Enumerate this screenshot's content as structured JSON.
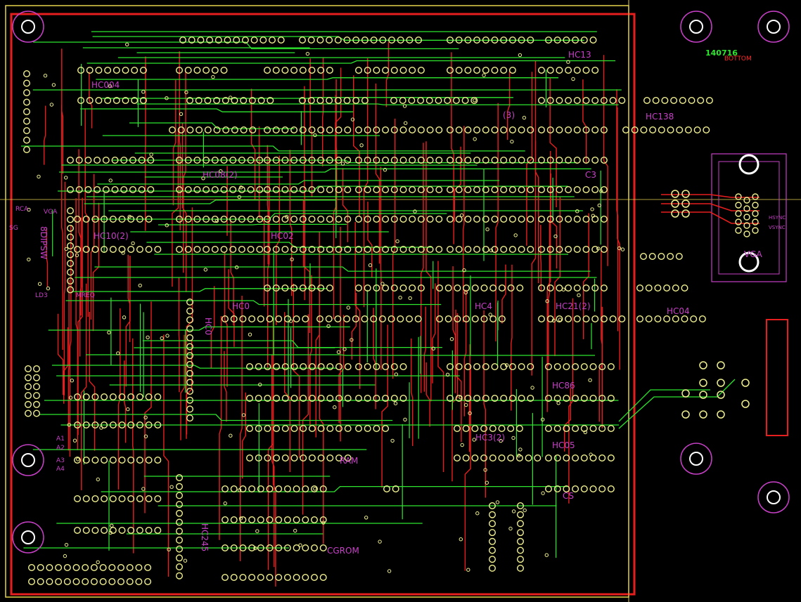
{
  "board": {
    "date_code": "140716",
    "subtitle": "BOTTOM",
    "colors": {
      "background": "#000000",
      "top_trace": "#2ee62e",
      "bottom_trace": "#e61e1e",
      "pad": "#f0f090",
      "silkscreen": "#c640c6",
      "outline": "#e6d24a"
    }
  },
  "labels": {
    "hc04_top": "HC004",
    "hc138": "HC138",
    "hc13": "HC13",
    "u3": "(3)",
    "c3": "C3",
    "hc08_2": "HC08(2)",
    "hc10_2": "HC10(2)",
    "hc02": "HC02",
    "hc04_right": "HC04",
    "hc_b": "HC0",
    "hc21": "HC21(2)",
    "hc4": "HC4",
    "hc86": "HC86",
    "hc_2": "HC3(2)",
    "hc05": "HC05",
    "ram": "RAM",
    "cgrom": "CGROM",
    "hc_v": "HC0",
    "hc245": "HC245",
    "cs": "CS",
    "vga": "VGA",
    "rca": "RCA",
    "sg": "SG",
    "dipsw": "8DIPSW",
    "vga_small": "VGA",
    "mreq": "MREQ",
    "ld3": "LD3",
    "hsync": "HSYNC",
    "vsync": "VSYNC",
    "a_labels": [
      "A1",
      "A2",
      "A3",
      "A4"
    ]
  }
}
